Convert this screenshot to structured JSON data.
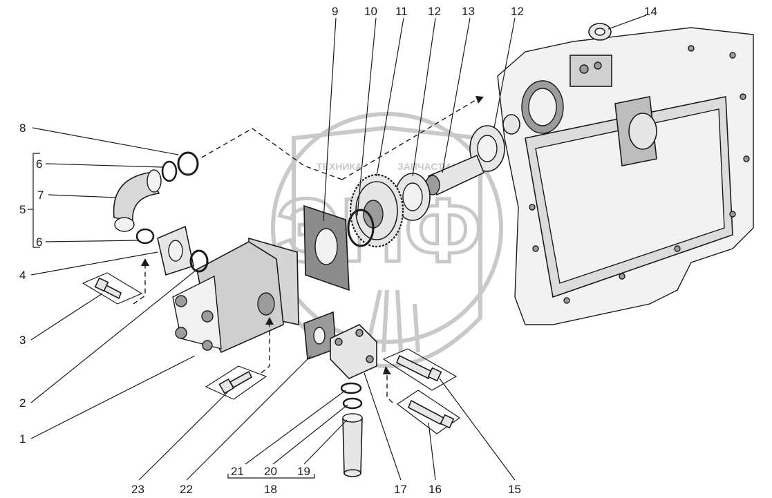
{
  "labels": [
    {
      "id": "1",
      "text": "1"
    },
    {
      "id": "2",
      "text": "2"
    },
    {
      "id": "3",
      "text": "3"
    },
    {
      "id": "4",
      "text": "4"
    },
    {
      "id": "5",
      "text": "5"
    },
    {
      "id": "6a",
      "text": "6"
    },
    {
      "id": "6b",
      "text": "6"
    },
    {
      "id": "7",
      "text": "7"
    },
    {
      "id": "8",
      "text": "8"
    },
    {
      "id": "9",
      "text": "9"
    },
    {
      "id": "10",
      "text": "10"
    },
    {
      "id": "11",
      "text": "11"
    },
    {
      "id": "12a",
      "text": "12"
    },
    {
      "id": "13",
      "text": "13"
    },
    {
      "id": "12b",
      "text": "12"
    },
    {
      "id": "14",
      "text": "14"
    },
    {
      "id": "15",
      "text": "15"
    },
    {
      "id": "16",
      "text": "16"
    },
    {
      "id": "17",
      "text": "17"
    },
    {
      "id": "18",
      "text": "18"
    },
    {
      "id": "19",
      "text": "19"
    },
    {
      "id": "20",
      "text": "20"
    },
    {
      "id": "21",
      "text": "21"
    },
    {
      "id": "22",
      "text": "22"
    },
    {
      "id": "23",
      "text": "23"
    }
  ],
  "watermark": {
    "top_left": "ТЕХНИКА",
    "top_right": "ЗАПЧАСТИ",
    "letters": "ЭПФ"
  }
}
